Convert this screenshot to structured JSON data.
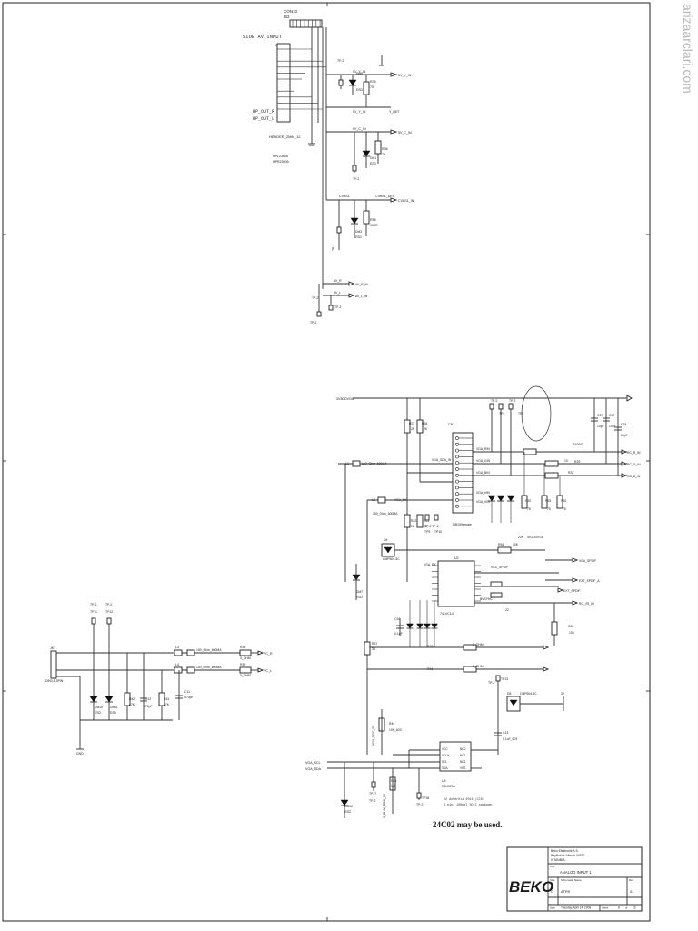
{
  "watermark": "arizaarclari.com",
  "top": {
    "connector_ref": "CON10",
    "connector_ref2": "B2",
    "connector_title": "SIDE AV INPUT",
    "connector_pin_label": "CON1",
    "header_name": "HEADER_2MM_12",
    "hp_out_r": "HP_OUT_R",
    "hp_out_l": "HP_OUT_L",
    "hpl": "HPL23606",
    "hpr": "HPR23606",
    "net_5v_y_in_label": "5V_Y_IN",
    "net_5v_y_in_out": "5V_Y_IN",
    "net_y_det": "Y_DET",
    "net_5v_c_in_label": "5V_C_IN",
    "net_5v_c_in_out": "5V_C_IN",
    "net_cvbs1": "CVBS1",
    "net_cvbs1_det": "CVBS1_DET",
    "net_cvbs1_in": "CVBS1_IN",
    "net_av_r": "AV_R",
    "net_av_r_in": "AV_R_IN",
    "net_av_l": "AV_L",
    "net_av_l_in": "AV_L_IN",
    "tp": "TP-2",
    "r35": "R35",
    "r35v": "75",
    "r36": "R36",
    "r36v": "75",
    "r56": "R56",
    "r56v": "150R",
    "dm2": "DM2",
    "dm1": "DM1",
    "dm3": "DM3",
    "esd": "ESD"
  },
  "vga": {
    "net_3v3": "3V3DDVGA",
    "cn1": "CN1",
    "cn_name": "DB15/female",
    "l1": "L1",
    "l1_part": "150_Ohm_600MA",
    "l2": "L2",
    "l2_part": "150_Ohm_600MA",
    "vga_5v": "VGA_5V",
    "vga_rin": "VGA_RIN",
    "vga_gin": "VGA_GIN",
    "vga_bin": "VGA_BIN",
    "vga_sda_in": "VGA_SDA_IN",
    "vga_hin": "VGA_HIN",
    "vga_vin": "VGA_VIN",
    "r23": "R23",
    "r23v": "2K",
    "r26": "R26",
    "r26v": "2K",
    "r22": "R22",
    "r22v": "22",
    "r21": "R21",
    "r21v": "22",
    "r20": "R20",
    "r20v": "75",
    "r53": "R53",
    "r53v": "75",
    "r52": "R52",
    "r52v": "75",
    "r_bead": "R10003",
    "r_bead_v": "10",
    "r32": "R32",
    "r32v": "10",
    "r_x": "R29",
    "c_a": "C27",
    "c_av": "10pF",
    "c_b": "C17",
    "c_bv": "10pF",
    "c_c": "C18",
    "c_cv": "10pF",
    "rc_r": "RC_R_IN",
    "rc_g": "RC_G_IN",
    "rc_b": "RC_B_IN",
    "rc_vs": "RC_VS_IN",
    "rc_hs": "RC_HS_IN",
    "tp2": "TP-2",
    "tp4": "TP4",
    "tp8": "TP8",
    "tp9": "TP9",
    "tp10": "TP10",
    "tp_pair": "TP-2 TP-2",
    "d4": "D4",
    "d4_part": "CMP504-5C",
    "dm7": "DM7",
    "esd": "ESD",
    "r_pull": "R54",
    "r_pull_v": "10K",
    "u2": "U2",
    "u2_part": "74LVC14",
    "r33": "R33",
    "r33v": "0_OHM",
    "r41": "R41",
    "r41v": "0_OHM",
    "r37": "R37",
    "r37v": "33",
    "c10": "C10",
    "c10v": "0.1uF",
    "edid_note": "",
    "vga_spdif": "VGA_SPDIF",
    "bvsync": "BVSYNC",
    "vsync_ext": "EXT_SPDIF",
    "spdif_a": "EXT_SPDIF_A",
    "vga_rx": "VGA_RX",
    "vcc_spdif": "VCC_SPDIF",
    "r_bc": "R66",
    "r_bcv": "100",
    "note_3v": "3V",
    "r_22k": "22K",
    "r_pu": "R_S",
    "r_pu_v": "3V3DDVGA",
    "tp5": "TP-2",
    "tp_num": "TP13"
  },
  "eeprom": {
    "d8": "D8",
    "d8_part": "CMP504-5C",
    "r44": "R44",
    "r44v": "10K_603",
    "r45": "R45",
    "r45v": "100",
    "c13": "C13",
    "c13v": "0.1uF_603",
    "u4": "U4",
    "u4_part": "24LC21A",
    "pins_left": [
      "VCC",
      "VCLK",
      "SCL",
      "SDA"
    ],
    "pins_right": [
      "NC0",
      "NC1",
      "NC2",
      "VSS"
    ],
    "vga_scl": "VGA_SCL",
    "vga_sda": "VGA_SDA",
    "net_vcc": "VGA_DDC_5V",
    "net_dc": "5_OHM_GDC_5V",
    "tp17": "TP17",
    "tp18": "TP18",
    "tp_a": "TP-2",
    "tp_b": "TP-2",
    "dm12": "DM12",
    "esd": "ESD",
    "note1": "U2 Asterhiz 2014 (CCD:",
    "note2": "8-pin, 100mil SOIC package.",
    "note_big": "24C02 may be used."
  },
  "audio": {
    "jk1": "JK1",
    "jk_name": "DIN3.5-3PIN",
    "tp11": "TP11",
    "tp12": "TP12",
    "tp_a": "TP-2",
    "tp_b": "TP-2",
    "l3": "L3",
    "l4": "L4",
    "l_part": "150_Ohm_600MA",
    "r38": "R38",
    "r39": "R39",
    "r_ohm": "0_OHM",
    "pc_r": "PC_R",
    "pc_l": "PC_L",
    "dm10": "DM10",
    "dm11": "DM11",
    "esd": "ESD",
    "r42": "R42",
    "r42v": "47K",
    "c12": "C12",
    "c12v": "470pF",
    "r43": "R43",
    "r43v": "47K",
    "c11": "C11",
    "c11v": "470pF",
    "gnd": "GND"
  },
  "title_block": {
    "logo": "BEKO",
    "company": "Beko Elektronik A.S.",
    "addr1": "Beylikduzu Mevkii 34520",
    "addr2": "ISTANBUL",
    "title_lbl": "Title",
    "title": "ANALOG INPUT 1",
    "size_lbl": "Size",
    "size": "C",
    "schem_lbl": "Schematic Name",
    "schem": "ATR9",
    "rev_lbl": "Rev",
    "rev": "01",
    "date_lbl": "Date",
    "date": "Tuesday, April 14, 2009",
    "sheet_lbl": "Sheet",
    "sheet_no": "8",
    "of_lbl": "of",
    "sheet_total": "22"
  }
}
